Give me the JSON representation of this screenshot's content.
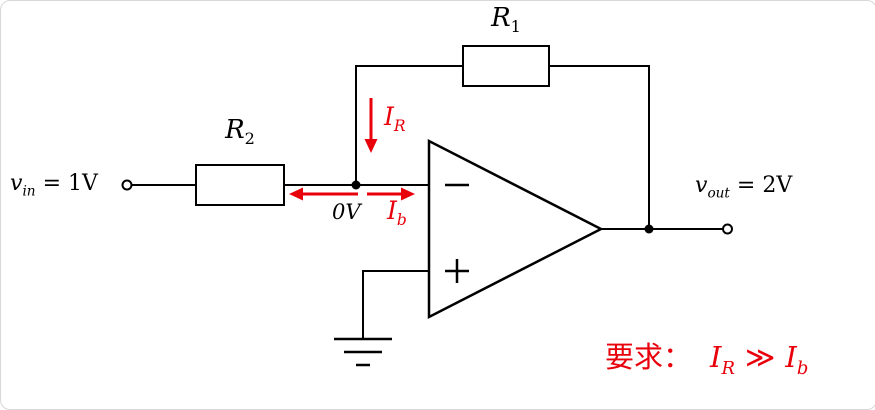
{
  "labels": {
    "r1": {
      "base": "R",
      "sub": "1"
    },
    "r2": {
      "base": "R",
      "sub": "2"
    },
    "vin": {
      "base": "v",
      "sub": "in",
      "eq": " = 1V"
    },
    "vout": {
      "base": "v",
      "sub": "out",
      "eq": " = 2V"
    },
    "node_voltage": "0V",
    "ir": {
      "base": "I",
      "sub": "R"
    },
    "ib": {
      "base": "I",
      "sub": "b"
    }
  },
  "requirement": {
    "prefix": "要求：",
    "lhs_base": "I",
    "lhs_sub": "R",
    "op": "≫",
    "rhs_base": "I",
    "rhs_sub": "b"
  },
  "colors": {
    "wire": "#000000",
    "annotation": "#e8000b",
    "card_border": "#d8d8d8",
    "background": "#ffffff"
  }
}
